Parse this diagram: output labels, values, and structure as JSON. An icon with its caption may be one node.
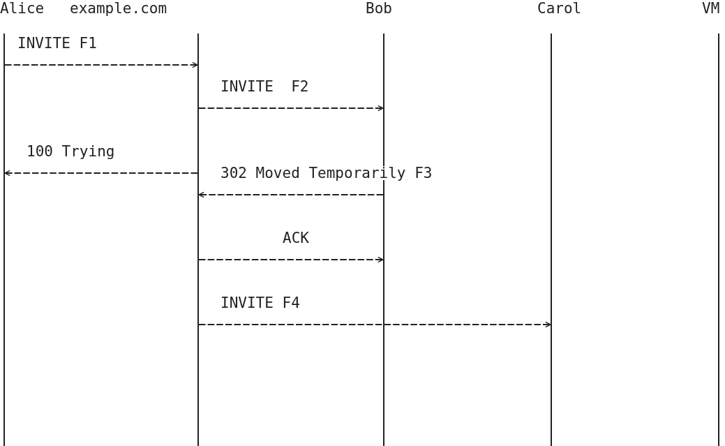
{
  "diagram": {
    "nodes": [
      {
        "text": [
          "Alice"
        ]
      },
      {
        "text": [
          "example.com"
        ]
      },
      {
        "text": [
          "Bob"
        ]
      },
      {
        "text": [
          "Carol"
        ]
      },
      {
        "text": [
          "VM"
        ]
      }
    ],
    "edges": [
      {
        "from": 0,
        "to": 1,
        "arrow": "to",
        "label": "INVITE F1"
      },
      {
        "from": 1,
        "to": 2,
        "arrow": "to",
        "label": "INVITE  F2"
      },
      {
        "from": 1,
        "to": 0,
        "arrow": "to",
        "label": "100 Trying"
      },
      {
        "from": 2,
        "to": 1,
        "arrow": "to",
        "label": "302 Moved Temporarily F3"
      },
      {
        "from": 1,
        "to": 2,
        "arrow": "to",
        "label": "ACK"
      },
      {
        "from": 1,
        "to": 3,
        "arrow": "to",
        "label": "INVITE F4"
      }
    ]
  }
}
